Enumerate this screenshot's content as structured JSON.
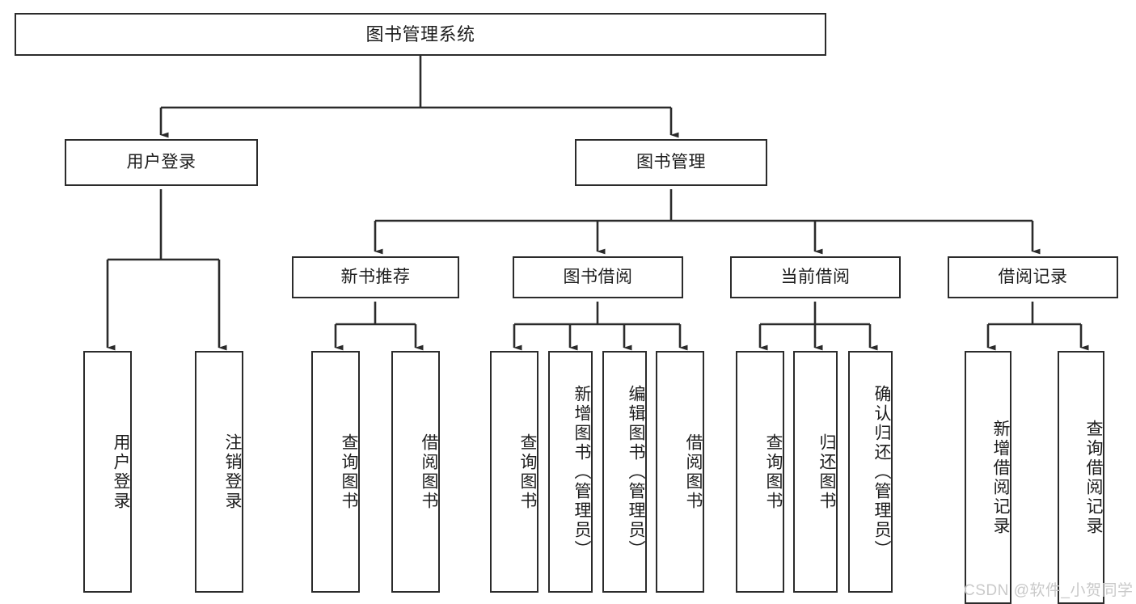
{
  "diagram": {
    "title": "图书管理系统",
    "type": "tree-hierarchy-chart",
    "colors": {
      "box_border": "#2b2b2b",
      "box_fill": "#ffffff",
      "edge": "#2b2b2b",
      "text": "#1d1d1d",
      "watermark": "#c9c9c9",
      "background": "#ffffff"
    },
    "watermark": "CSDN @软件_小贺同学",
    "levels": [
      {
        "level": 1,
        "nodes": [
          {
            "id": "root",
            "label": "图书管理系统",
            "orientation": "horizontal"
          }
        ]
      },
      {
        "level": 2,
        "nodes": [
          {
            "id": "login",
            "label": "用户登录",
            "orientation": "horizontal",
            "parent": "root"
          },
          {
            "id": "bookmgmt",
            "label": "图书管理",
            "orientation": "horizontal",
            "parent": "root"
          }
        ]
      },
      {
        "level": 3,
        "nodes": [
          {
            "id": "newbook",
            "label": "新书推荐",
            "orientation": "horizontal",
            "parent": "bookmgmt"
          },
          {
            "id": "borrow",
            "label": "图书借阅",
            "orientation": "horizontal",
            "parent": "bookmgmt"
          },
          {
            "id": "current",
            "label": "当前借阅",
            "orientation": "horizontal",
            "parent": "bookmgmt"
          },
          {
            "id": "records",
            "label": "借阅记录",
            "orientation": "horizontal",
            "parent": "bookmgmt"
          }
        ]
      },
      {
        "level": 4,
        "nodes": [
          {
            "id": "leaf-user-login",
            "label": "用户登录",
            "orientation": "vertical",
            "parent": "login"
          },
          {
            "id": "leaf-logout",
            "label": "注销登录",
            "orientation": "vertical",
            "parent": "login"
          },
          {
            "id": "leaf-query-book-1",
            "label": "查询图书",
            "orientation": "vertical",
            "parent": "newbook"
          },
          {
            "id": "leaf-borrow-book-1",
            "label": "借阅图书",
            "orientation": "vertical",
            "parent": "newbook"
          },
          {
            "id": "leaf-query-book-2",
            "label": "查询图书",
            "orientation": "vertical",
            "parent": "borrow"
          },
          {
            "id": "leaf-add-book",
            "label": "新增图书（管理员）",
            "orientation": "vertical",
            "parent": "borrow"
          },
          {
            "id": "leaf-edit-book",
            "label": "编辑图书（管理员）",
            "orientation": "vertical",
            "parent": "borrow"
          },
          {
            "id": "leaf-borrow-book-2",
            "label": "借阅图书",
            "orientation": "vertical",
            "parent": "borrow"
          },
          {
            "id": "leaf-query-book-3",
            "label": "查询图书",
            "orientation": "vertical",
            "parent": "current"
          },
          {
            "id": "leaf-return-book",
            "label": "归还图书",
            "orientation": "vertical",
            "parent": "current"
          },
          {
            "id": "leaf-confirm-return",
            "label": "确认归还（管理员）",
            "orientation": "vertical",
            "parent": "current"
          },
          {
            "id": "leaf-add-record",
            "label": "新增借阅记录",
            "orientation": "vertical",
            "parent": "records"
          },
          {
            "id": "leaf-query-record",
            "label": "查询借阅记录",
            "orientation": "vertical",
            "parent": "records"
          }
        ]
      }
    ]
  }
}
